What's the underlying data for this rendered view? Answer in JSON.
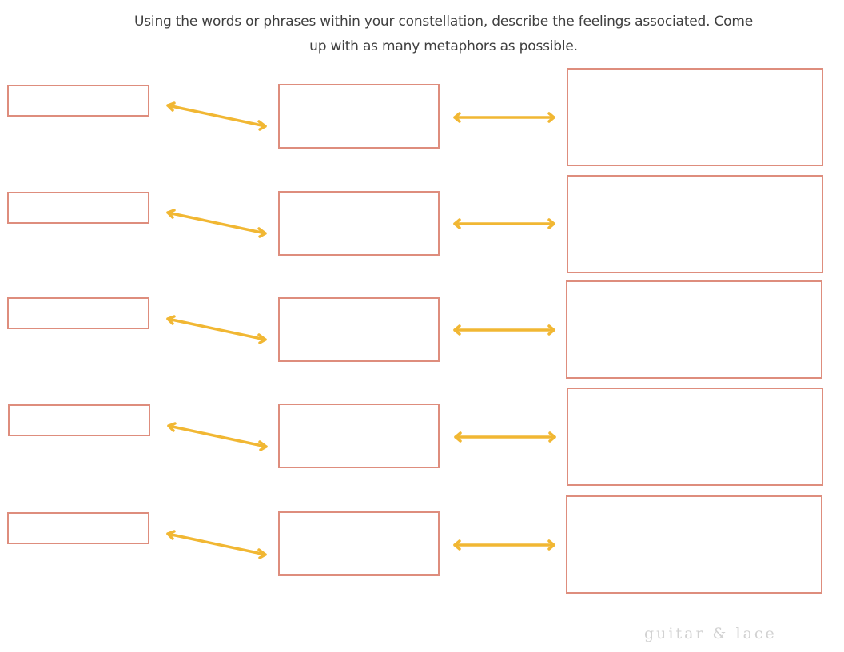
{
  "worksheet": {
    "instruction_line_1": "Using the words or phrases within your constellation, describe the feelings associated. Come",
    "instruction_line_2": "up with as many metaphors as possible.",
    "footer_brand": "guitar & lace",
    "box_count_per_row": 3,
    "rows": [
      {
        "word": "",
        "feeling": "",
        "metaphors": ""
      },
      {
        "word": "",
        "feeling": "",
        "metaphors": ""
      },
      {
        "word": "",
        "feeling": "",
        "metaphors": ""
      },
      {
        "word": "",
        "feeling": "",
        "metaphors": ""
      },
      {
        "word": "",
        "feeling": "",
        "metaphors": ""
      }
    ]
  },
  "colors": {
    "box_border": "#de8d7d",
    "arrow": "#f1b733",
    "text": "#3f3f3f",
    "footer": "#d2d2d2"
  }
}
